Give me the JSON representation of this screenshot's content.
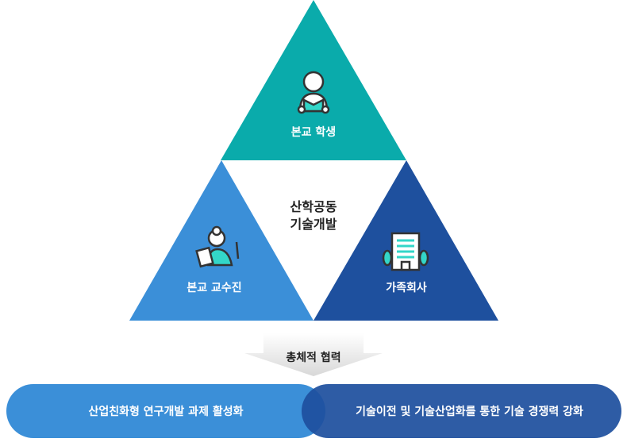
{
  "top": {
    "label": "본교 학생",
    "icon": "student-reading-icon",
    "color": "#0aabab"
  },
  "left": {
    "label": "본교 교수진",
    "icon": "professor-icon",
    "color": "#3b8fd8"
  },
  "right": {
    "label": "가족회사",
    "icon": "company-building-icon",
    "color": "#1e509e"
  },
  "center": {
    "line1": "산학공동",
    "line2": "기술개발"
  },
  "arrow": {
    "label": "총체적 협력"
  },
  "outcomes": [
    {
      "label": "산업친화형 연구개발 과제 활성화",
      "color": "#3b8fd8"
    },
    {
      "label": "기술이전 및 기술산업화를 통한 기술 경쟁력 강화",
      "color": "#1e509e"
    }
  ]
}
